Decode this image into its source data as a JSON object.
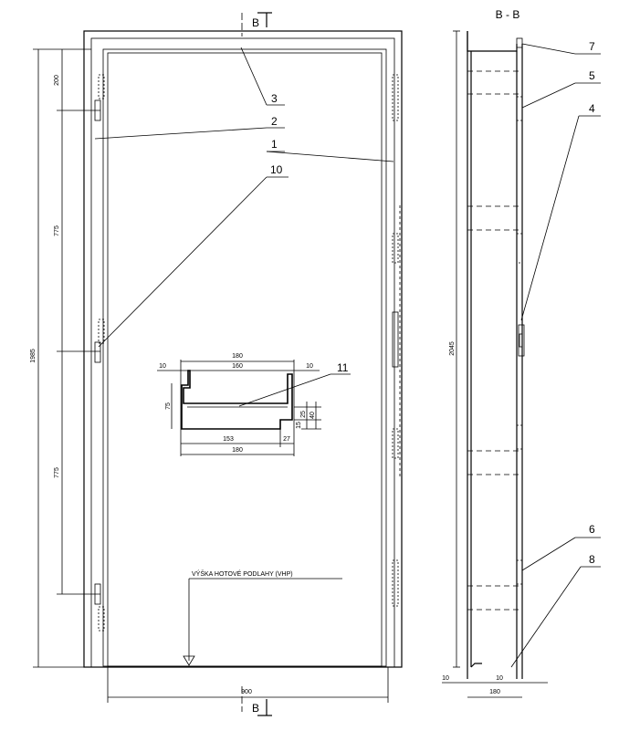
{
  "section": {
    "title": "B - B",
    "marker": "B"
  },
  "dimensions": {
    "front": {
      "hinge_top_offset": "200",
      "hinge_spacing_upper": "775",
      "hinge_spacing_lower": "775",
      "total_height": "1985",
      "width_bottom": "900",
      "floor_label": "VÝŠKA HOTOVÉ PODLAHY (VHP)"
    },
    "detail": {
      "top_width": "180",
      "inner_width": "160",
      "left_margin": "10",
      "right_margin": "10",
      "height": "75",
      "step_25": "25",
      "step_15": "15",
      "step_40": "40",
      "bottom_left": "153",
      "bottom_right": "27",
      "bottom_total": "180"
    },
    "side": {
      "height": "2045",
      "left_flange": "10",
      "right_flange": "10",
      "width": "180"
    }
  },
  "callouts": [
    "1",
    "2",
    "3",
    "4",
    "5",
    "6",
    "7",
    "8",
    "10",
    "11"
  ]
}
